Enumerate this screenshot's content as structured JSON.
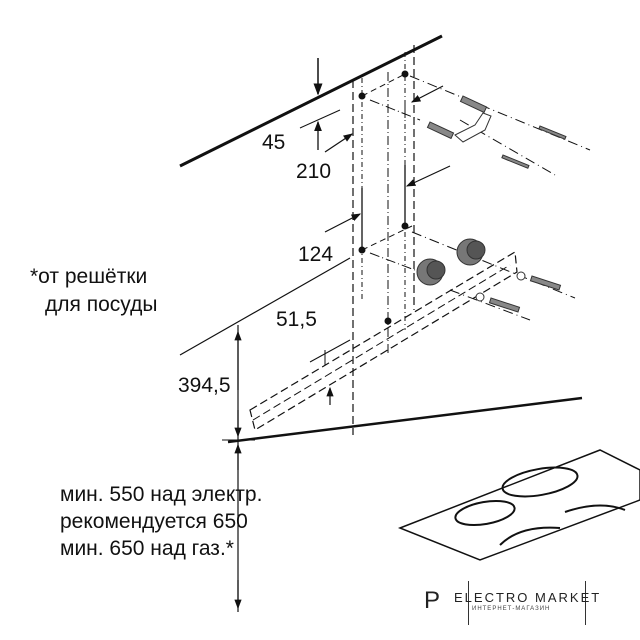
{
  "dimensions": {
    "d45": "45",
    "d210": "210",
    "d124": "124",
    "d51_5": "51,5",
    "d394_5": "394,5"
  },
  "notes": {
    "grille_line1": "*от решётки",
    "grille_line2": "для посуды",
    "min_electric": "мин. 550 над электр.",
    "recommended": "рекомендуется 650",
    "min_gas": "мин. 650 над газ.*"
  },
  "watermark": {
    "letter": "P",
    "name": "ELECTRO MARKET",
    "subtitle": "ИНТЕРНЕТ-МАГАЗИН"
  }
}
